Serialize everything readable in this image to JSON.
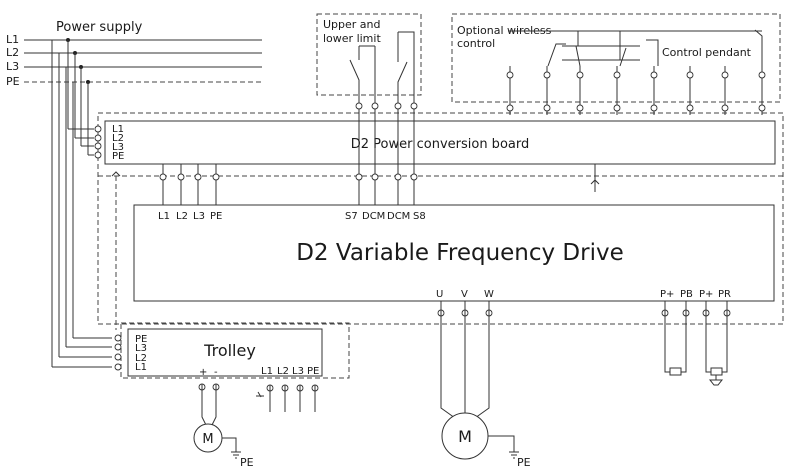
{
  "diagram": {
    "supply": {
      "label": "Power supply",
      "lines": [
        "L1",
        "L2",
        "L3",
        "PE"
      ]
    },
    "limit_switch": {
      "label_line1": "Upper and",
      "label_line2": "lower limit"
    },
    "remote": {
      "wireless_line1": "Optional wireless",
      "wireless_line2": "control",
      "pendant": "Control pendant"
    },
    "conversion_board": {
      "label": "D2 Power conversion board",
      "inputs": [
        "L1",
        "L2",
        "L3",
        "PE"
      ]
    },
    "vfd": {
      "label": "D2 Variable Frequency Drive",
      "top_terminals": [
        "L1",
        "L2",
        "L3",
        "PE",
        "S7",
        "DCM",
        "DCM",
        "S8"
      ],
      "motor_terminals": [
        "U",
        "V",
        "W"
      ],
      "brake_terminals": [
        "P+",
        "PB",
        "P+",
        "PR"
      ]
    },
    "trolley": {
      "label": "Trolley",
      "inputs": [
        "PE",
        "L3",
        "L2",
        "L1"
      ],
      "motor_terminals": [
        "+",
        "-"
      ],
      "outputs": [
        "L1",
        "L2",
        "L3",
        "PE"
      ]
    },
    "motors": {
      "symbol": "M",
      "ground": "PE"
    }
  }
}
